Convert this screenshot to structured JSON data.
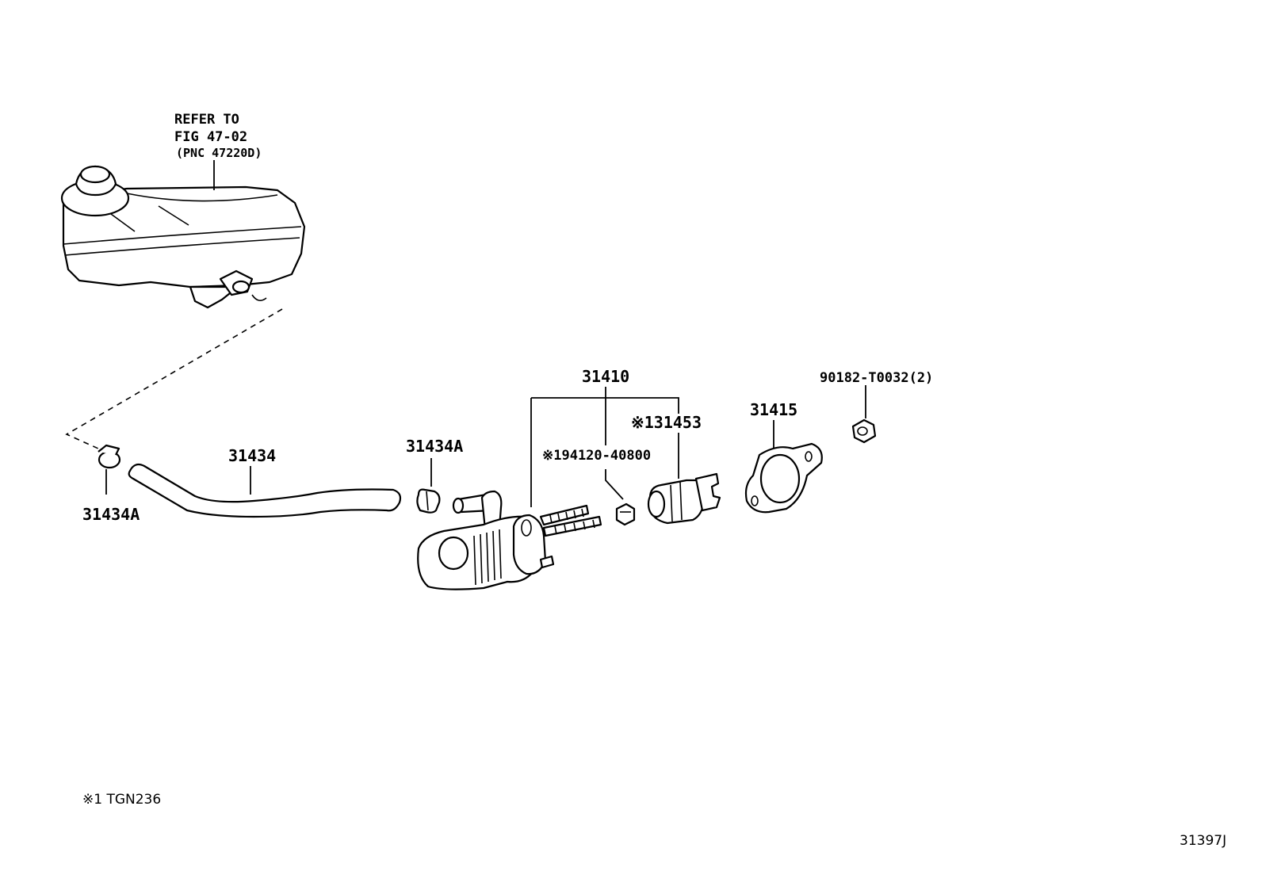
{
  "reference": {
    "line1": "REFER TO",
    "line2": "FIG 47-02",
    "line3": "(PNC 47220D)"
  },
  "parts": {
    "clamp_left": "31434A",
    "hose": "31434",
    "clamp_right": "31434A",
    "cylinder_assembly": "31410",
    "nut_small": "※194120-40800",
    "push_rod": "※131453",
    "gasket": "31415",
    "nut": "90182-T0032(2)"
  },
  "footnote": "※1 TGN236",
  "illustration_code": "31397J"
}
